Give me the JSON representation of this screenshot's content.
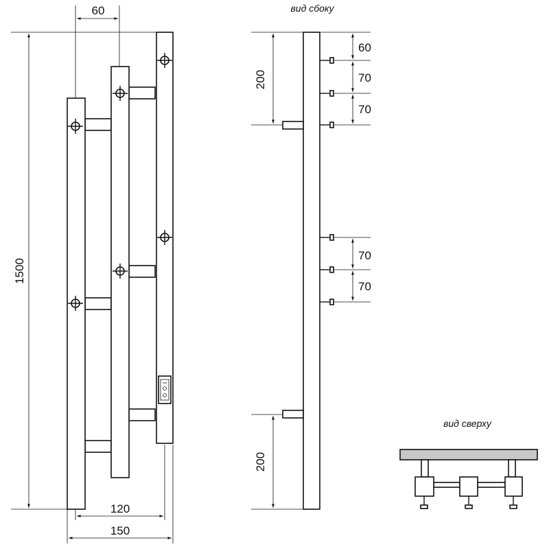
{
  "front_view": {
    "dim_top": "60",
    "dim_height": "1500",
    "dim_inner": "120",
    "dim_total": "150"
  },
  "side_view": {
    "label": "вид сбоку",
    "dim_top": "200",
    "dim_bottom": "200",
    "dim_a": "60",
    "dim_b": "70",
    "dim_c": "70",
    "dim_d": "70",
    "dim_e": "70"
  },
  "top_view": {
    "label": "вид сверху"
  }
}
